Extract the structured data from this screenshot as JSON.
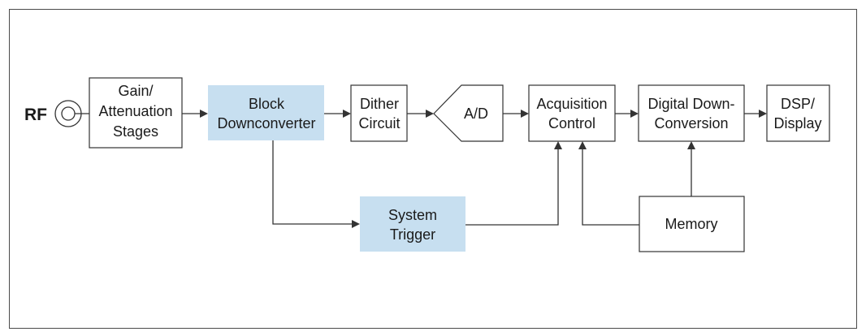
{
  "colors": {
    "highlight_fill": "#c7dff0",
    "line": "#333333",
    "box_fill": "#ffffff"
  },
  "input": {
    "label": "RF",
    "connector_icon": "rf-connector-icon"
  },
  "blocks": {
    "gain": [
      "Gain/",
      "Attenuation",
      "Stages"
    ],
    "block_downconverter": [
      "Block",
      "Downconverter"
    ],
    "dither": [
      "Dither",
      "Circuit"
    ],
    "adc": [
      "A/D"
    ],
    "acquisition": [
      "Acquisition",
      "Control"
    ],
    "ddc": [
      "Digital Down-",
      "Conversion"
    ],
    "dsp": [
      "DSP/",
      "Display"
    ],
    "trigger": [
      "System",
      "Trigger"
    ],
    "memory": [
      "Memory"
    ]
  }
}
